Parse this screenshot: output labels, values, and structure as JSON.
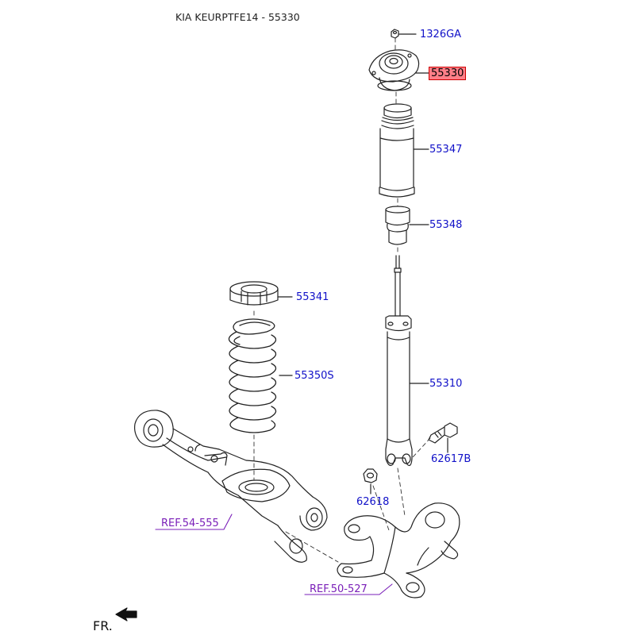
{
  "title": "KIA KEURPTFE14 - 55330",
  "parts": {
    "p1326ga": "1326GA",
    "p55330": "55330",
    "p55347": "55347",
    "p55348": "55348",
    "p55341": "55341",
    "p55350s": "55350S",
    "p55310": "55310",
    "p62617b": "62617B",
    "p62618": "62618"
  },
  "refs": {
    "ref1": "REF.54-555",
    "ref2": "REF.50-527"
  },
  "direction_label": "FR.",
  "colors": {
    "callout": "#1010c8",
    "ref": "#7a1fb8",
    "highlight": "#ff7f88"
  }
}
